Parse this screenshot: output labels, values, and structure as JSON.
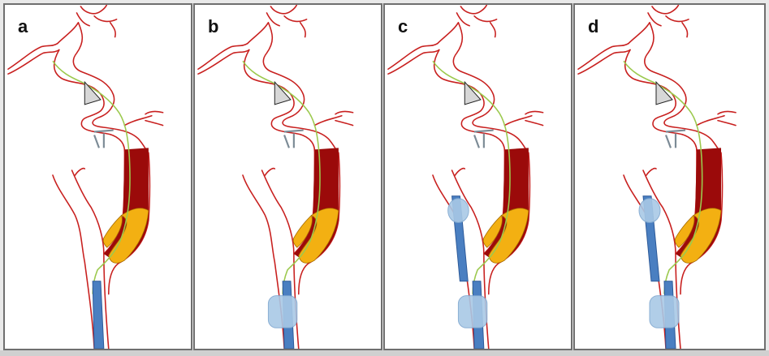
{
  "figure": {
    "panels": [
      {
        "label": "a",
        "balloon_proximal": false,
        "balloon_distal": false,
        "catheter_distal": false
      },
      {
        "label": "b",
        "balloon_proximal": true,
        "balloon_distal": false,
        "catheter_distal": false
      },
      {
        "label": "c",
        "balloon_proximal": true,
        "balloon_distal": true,
        "catheter_distal": true
      },
      {
        "label": "d",
        "balloon_proximal": true,
        "balloon_distal": true,
        "catheter_distal": true
      }
    ]
  },
  "colors": {
    "vessel_wall": "#c8201f",
    "thrombus": "#9b0a0a",
    "plaque": "#f3b012",
    "guidewire": "#9cc94e",
    "catheter": "#4a7fc1",
    "balloon": "#a9c9e6",
    "stent": "#555555"
  }
}
